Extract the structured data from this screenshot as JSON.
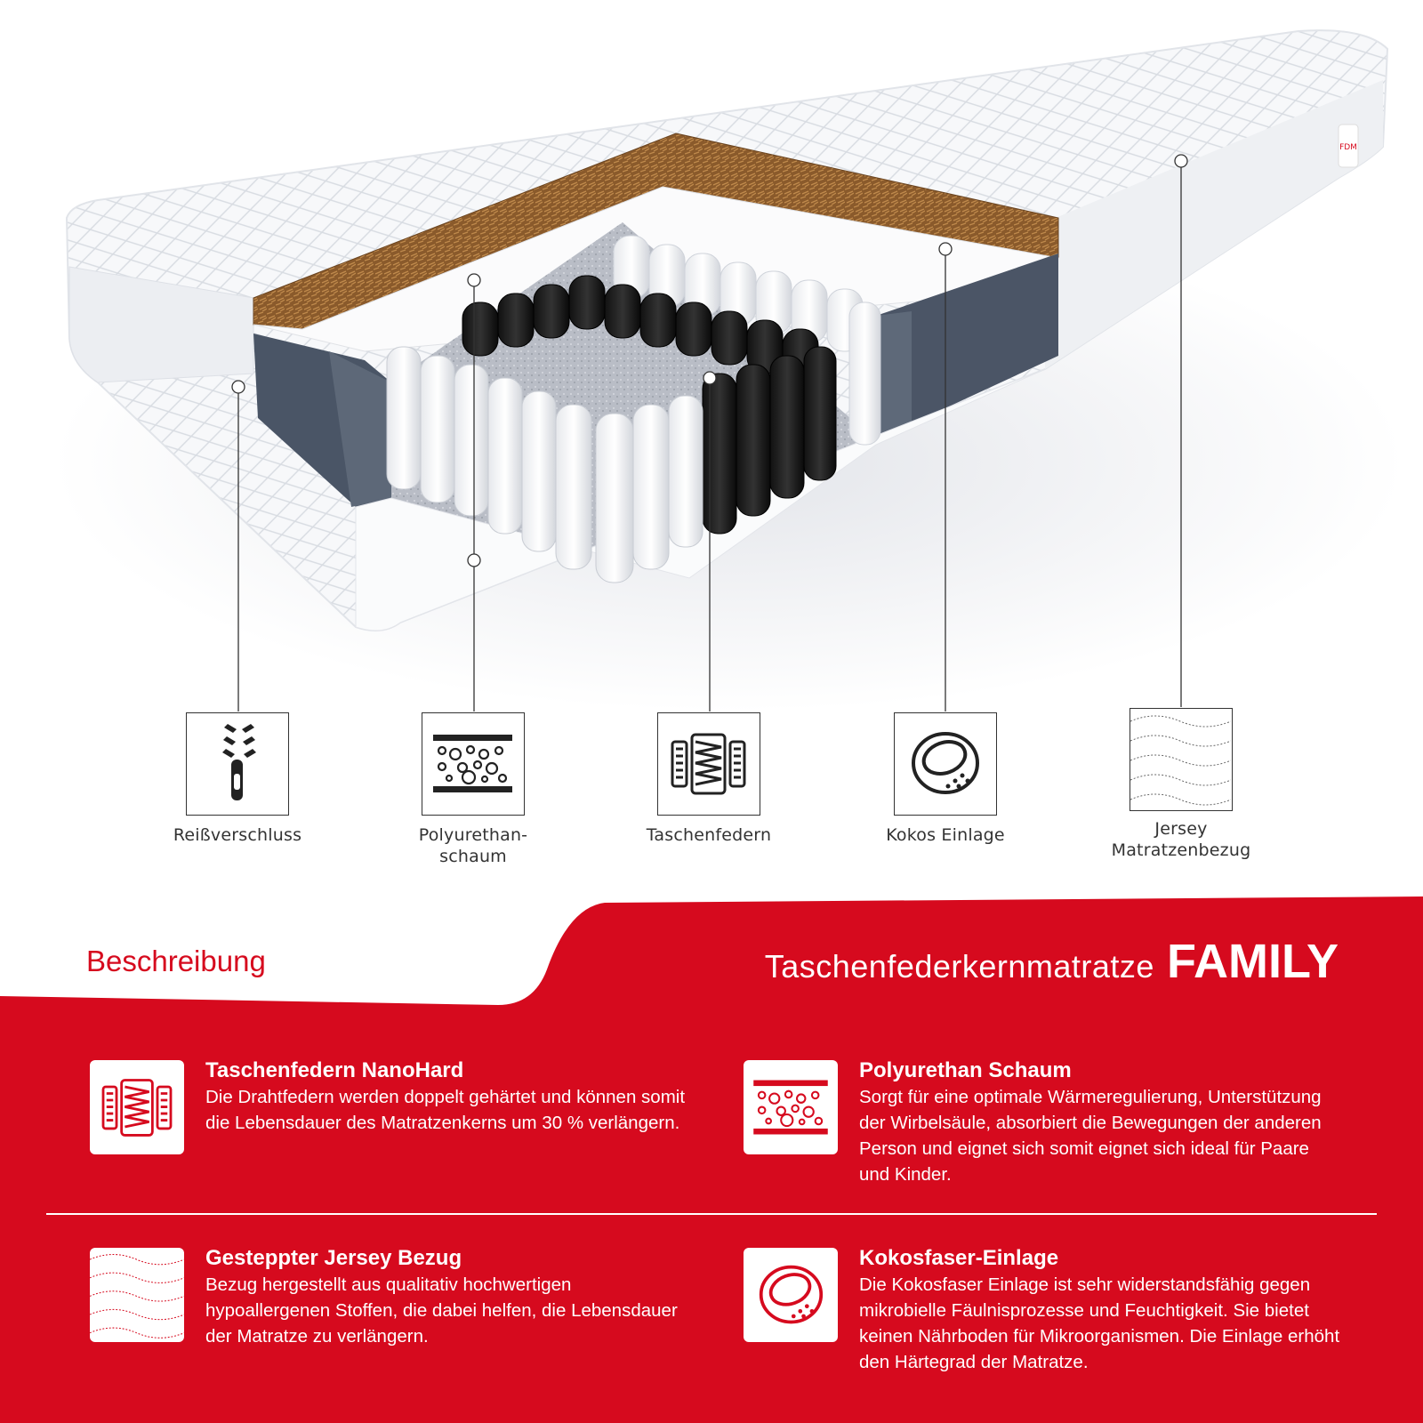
{
  "colors": {
    "brand_red": "#d60a1e",
    "white": "#ffffff",
    "text_dark": "#333333"
  },
  "layers": [
    {
      "label": "Reißverschluss",
      "icon": "zipper-icon"
    },
    {
      "label": "Polyurethan-\nschaum",
      "icon": "foam-icon"
    },
    {
      "label": "Taschenfedern",
      "icon": "pocket-spring-icon"
    },
    {
      "label": "Kokos Einlage",
      "icon": "coconut-icon"
    },
    {
      "label": "Jersey\nMatratzenbezug",
      "icon": "quilted-cover-icon"
    }
  ],
  "description": {
    "section_title": "Beschreibung",
    "product_prefix": "Taschenfederkernmatratze",
    "product_name": "FAMILY"
  },
  "features": [
    {
      "title": "Taschenfedern NanoHard",
      "text": "Die Drahtfedern werden doppelt gehärtet und können somit die Lebensdauer des Matratzenkerns um 30 % verlängern.",
      "icon": "pocket-spring-icon"
    },
    {
      "title": "Polyurethan Schaum",
      "text": "Sorgt für eine optimale Wärmeregulierung, Unterstützung der Wirbelsäule, absorbiert die Bewegungen der anderen Person und eignet sich somit eignet sich ideal für Paare und Kinder.",
      "icon": "foam-icon"
    },
    {
      "title": "Gesteppter Jersey Bezug",
      "text": "Bezug hergestellt aus qualitativ hochwertigen hypoallergenen Stoffen, die dabei helfen, die Lebensdauer der Matratze zu verlängern.",
      "icon": "quilted-cover-icon"
    },
    {
      "title": "Kokosfaser-Einlage",
      "text": "Die Kokosfaser Einlage ist sehr widerstandsfähig gegen mikrobielle Fäulnisprozesse und Feuchtigkeit. Sie bietet keinen Nährboden für Mikroorganismen. Die Einlage erhöht den Härtegrad der Matratze.",
      "icon": "coconut-icon"
    }
  ]
}
